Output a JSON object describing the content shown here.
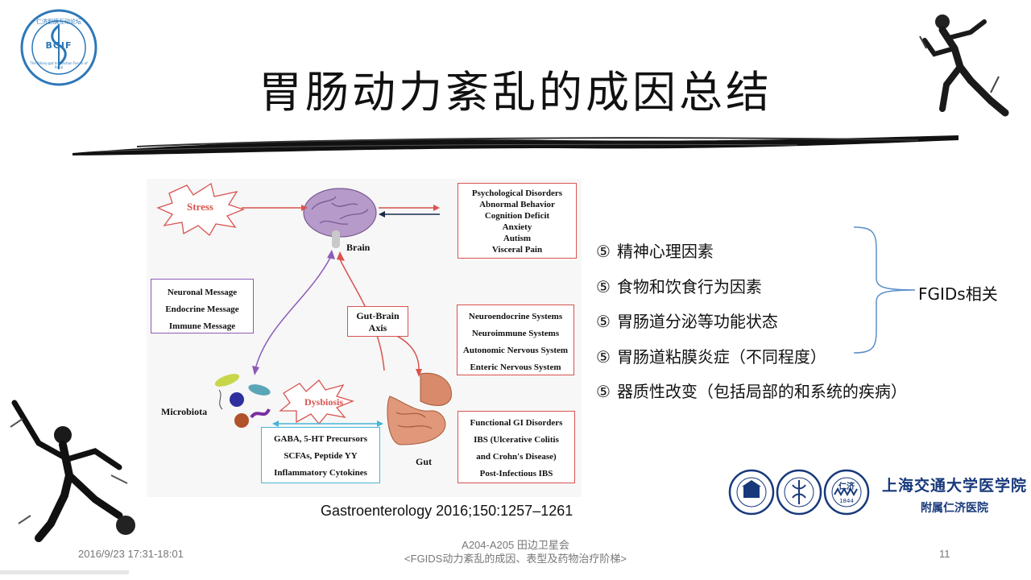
{
  "title": "胃肠动力紊乱的成因总结",
  "logo_left": {
    "name": "仁济胆胰互动论坛",
    "initials": "BGIF",
    "english": "The Biliary-gut Interaction Forum of RenJi"
  },
  "figure": {
    "stress": "Stress",
    "brain": "Brain",
    "psych_box": [
      "Psychological Disorders",
      "Abnormal Behavior",
      "Cognition Deficit",
      "Anxiety",
      "Autism",
      "Visceral Pain"
    ],
    "message_box": [
      "Neuronal Message",
      "Endocrine Message",
      "Immune Message"
    ],
    "gut_brain_axis": [
      "Gut-Brain",
      "Axis"
    ],
    "systems_box": [
      "Neuroendocrine Systems",
      "Neuroimmune Systems",
      "Autonomic Nervous System",
      "Enteric Nervous System"
    ],
    "microbiota": "Microbiota",
    "dysbiosis": "Dysbiosis",
    "gut": "Gut",
    "metabolites_box": [
      "GABA, 5-HT Precursors",
      "SCFAs, Peptide YY",
      "Inflammatory Cytokines"
    ],
    "disorders_box": [
      "Functional GI Disorders",
      "IBS  (Ulcerative Colitis",
      "and Crohn's Disease)",
      "Post-Infectious IBS"
    ]
  },
  "bullet_mark": "⑤",
  "bullets": [
    "精神心理因素",
    "食物和饮食行为因素",
    "胃肠道分泌等功能状态",
    "胃肠道粘膜炎症（不同程度）",
    "器质性改变（包括局部的和系统的疾病）"
  ],
  "fgids_label": "FGIDs相关",
  "citation": "Gastroenterology 2016;150:1257–1261",
  "footer": {
    "datetime": "2016/9/23  17:31-18:01",
    "line1": "A204-A205 田边卫星会",
    "line2": "<FGIDS动力紊乱的成因、表型及药物治疗阶梯>",
    "page": "11"
  },
  "logo_right": {
    "seal3_text": "仁济",
    "seal3_year": "1844",
    "line1": "上海交通大学医学院",
    "line2": "附属仁济医院"
  },
  "colors": {
    "red": "#d9534f",
    "purple": "#8c5bb8",
    "cyan": "#47b5d6",
    "navy": "#17397a"
  }
}
